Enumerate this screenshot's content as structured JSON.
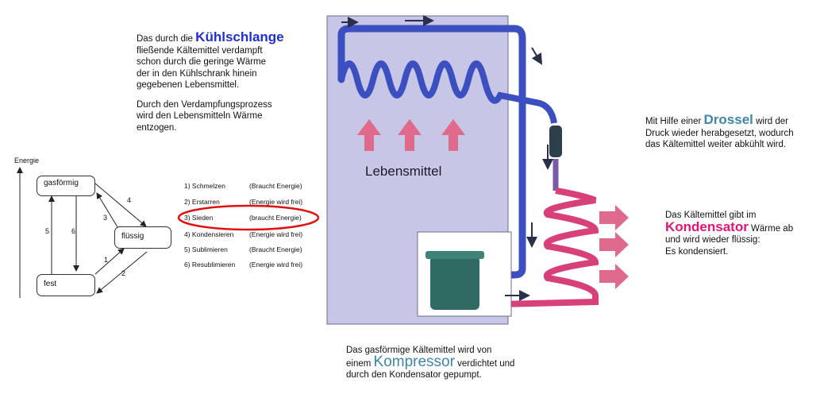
{
  "evaporator_text": {
    "line1_pre": "Das durch die",
    "line1_key": "Kühlschlange",
    "lines": [
      "fließende Kältemittel verdampft",
      "schon durch die geringe Wärme",
      "der in den Kühlschrank hinein",
      "gegebenen Lebensmittel."
    ],
    "para2": [
      "Durch den Verdampfungsprozess",
      "wird den Lebensmitteln Wärme",
      "entzogen."
    ]
  },
  "phase_diagram": {
    "axis_label": "Energie",
    "states": {
      "gas": "gasförmig",
      "liquid": "flüssig",
      "solid": "fest"
    },
    "arrow_numbers": [
      "4",
      "3",
      "5",
      "6",
      "1",
      "2"
    ]
  },
  "processes": [
    {
      "name": "1) Schmelzen",
      "note": "(Braucht Energie)"
    },
    {
      "name": "2) Erstarren",
      "note": "(Energie wird frei)"
    },
    {
      "name": "3) Sieden",
      "note": "(braucht Energie)"
    },
    {
      "name": "4) Kondensieren",
      "note": "(Energie wird frei)"
    },
    {
      "name": "5) Sublimieren",
      "note": "(Braucht Energie)"
    },
    {
      "name": "6) Resublimieren",
      "note": "(Energie wird frei)"
    }
  ],
  "fridge": {
    "label": "Lebensmittel"
  },
  "throttle_text": {
    "pre": "Mit Hilfe einer",
    "key": "Drossel",
    "post": "wird der",
    "lines": [
      "Druck wieder herabgesetzt, wodurch",
      "das Kältemittel weiter abkühlt wird."
    ]
  },
  "condenser_text": {
    "line1": "Das Kältemittel gibt im",
    "key": "Kondensator",
    "post": "Wärme ab",
    "lines": [
      "und wird wieder flüssig:",
      "Es kondensiert."
    ]
  },
  "compressor_text": {
    "line1": "Das gasförmige Kältemittel wird von",
    "pre": "einem",
    "key": "Kompressor",
    "post": "verdichtet und",
    "line3": "durch den Kondensator gepumpt."
  },
  "colors": {
    "fridge_bg": "#c8c6e6",
    "blue_pipe": "#3b4fc0",
    "pink_pipe": "#d8407a",
    "heat_arrow": "#e06a8c",
    "highlight_ellipse": "#e01010"
  }
}
